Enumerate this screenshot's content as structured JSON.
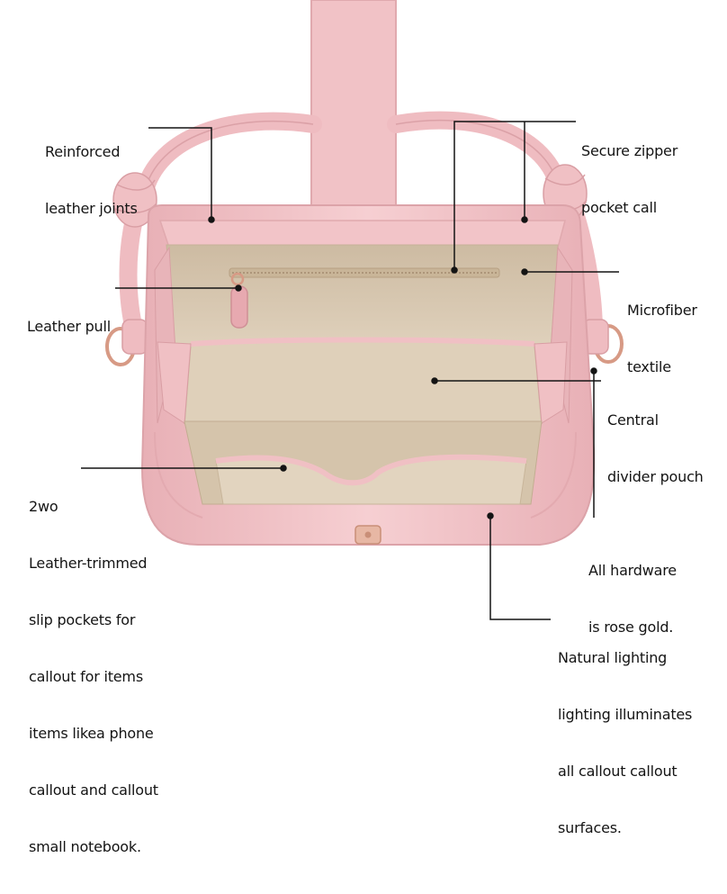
{
  "callouts": {
    "reinforced": [
      "Reinforced",
      "leather joints"
    ],
    "zipper": [
      "Secure zipper",
      "pocket call"
    ],
    "pull": [
      "Leather pull"
    ],
    "microfiber": [
      "Microfiber",
      "textile"
    ],
    "divider": [
      "Central",
      "divider pouch"
    ],
    "slip": [
      "2wo",
      "Leather-trimmed",
      "slip pockets for",
      "callout for items",
      "items likea phone",
      "callout and callout",
      "small notebook."
    ],
    "hardware": [
      "All hardware",
      "is rose gold."
    ],
    "lighting": [
      "Natural lighting",
      "lighting illuminates",
      "all callout callout",
      "surfaces."
    ]
  },
  "colors": {
    "leather": "#f2c4c8",
    "leather_dark": "#e3a7ad",
    "lining": "#d9c9b3",
    "lining_dark": "#c8b69c",
    "rose_gold": "#e0a58c",
    "leader": "#141414"
  }
}
